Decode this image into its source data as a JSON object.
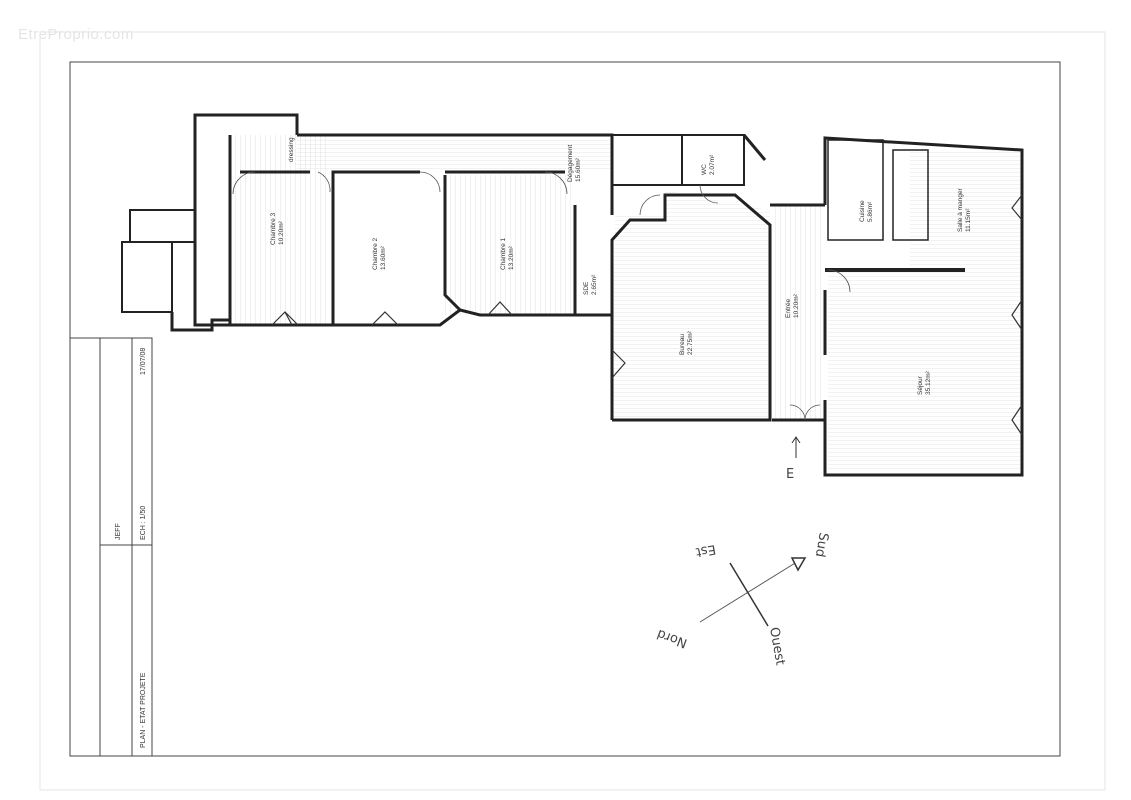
{
  "watermark": "EtreProprio.com",
  "title_block": {
    "title": "PLAN - ETAT PROJETE",
    "client": "JEFF",
    "scale": "ECH : 1/50",
    "date": "17/07/08"
  },
  "rooms": [
    {
      "name": "Chambre 3",
      "area": "10.20m²"
    },
    {
      "name": "Chambre 2",
      "area": "13.60m²"
    },
    {
      "name": "Chambre 1",
      "area": "13.20m²"
    },
    {
      "name": "Dégagement",
      "area": "15.60m²"
    },
    {
      "name": "WC",
      "area": "2.07m²"
    },
    {
      "name": "Cuisine",
      "area": "5.86m²"
    },
    {
      "name": "Salle à manger",
      "area": "11.15m²"
    },
    {
      "name": "Entrée",
      "area": "10.20m²"
    },
    {
      "name": "Bureau",
      "area": "22.75m²"
    },
    {
      "name": "Séjour",
      "area": "35.12m²"
    },
    {
      "name": "SDE",
      "area": "2.65m²"
    },
    {
      "name": "dressing",
      "area": ""
    }
  ],
  "entrance_label": "E",
  "compass": {
    "north": "Nord",
    "south": "Sud",
    "east": "Est",
    "west": "Ouest"
  }
}
